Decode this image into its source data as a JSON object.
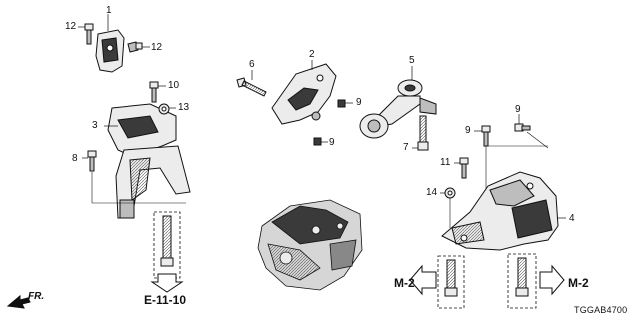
{
  "diagram": {
    "callouts": [
      "1",
      "12",
      "12",
      "2",
      "3",
      "4",
      "5",
      "6",
      "7",
      "8",
      "9",
      "9",
      "9",
      "9",
      "10",
      "11",
      "13",
      "14"
    ],
    "references": {
      "m2_left": "M-2",
      "m2_right": "M-2",
      "e_ref": "E-11-10"
    },
    "front_marker": "FR.",
    "diagram_code": "TGGAB4700",
    "colors": {
      "line": "#111111",
      "fill_light": "#ececec",
      "fill_mid": "#bdbdbd",
      "fill_dark": "#3a3a3a"
    }
  }
}
